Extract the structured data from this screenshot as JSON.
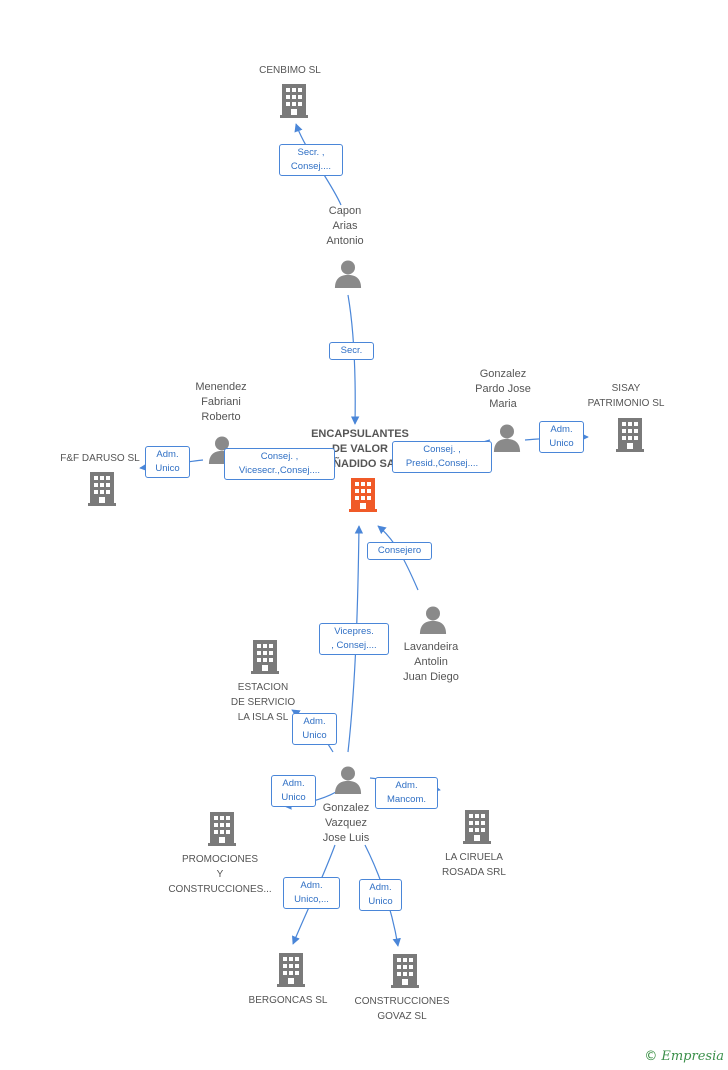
{
  "colors": {
    "edge": "#4a86d8",
    "person": "#8a8a8a",
    "company": "#7a7a7a",
    "center": "#f05a28",
    "text": "#555555"
  },
  "center": {
    "lines": [
      "ENCAPSULANTES",
      "DE VALOR",
      "AÑADIDO SA"
    ]
  },
  "companies": {
    "cenbimo": {
      "lines": [
        "CENBIMO SL"
      ]
    },
    "sisay": {
      "lines": [
        "SISAY",
        "PATRIMONIO SL"
      ]
    },
    "ffdaruso": {
      "lines": [
        "F&F DARUSO SL"
      ]
    },
    "estacion": {
      "lines": [
        "ESTACION",
        "DE SERVICIO",
        "LA ISLA SL"
      ]
    },
    "promociones": {
      "lines": [
        "PROMOCIONES",
        "Y",
        "CONSTRUCCIONES..."
      ]
    },
    "ciruela": {
      "lines": [
        "LA CIRUELA",
        "ROSADA SRL"
      ]
    },
    "bergoncas": {
      "lines": [
        "BERGONCAS SL"
      ]
    },
    "govaz": {
      "lines": [
        "CONSTRUCCIONES",
        "GOVAZ SL"
      ]
    }
  },
  "persons": {
    "capon": {
      "lines": [
        "Capon",
        "Arias",
        "Antonio"
      ]
    },
    "menendez": {
      "lines": [
        "Menendez",
        "Fabriani",
        "Roberto"
      ]
    },
    "gonzalez_pardo": {
      "lines": [
        "Gonzalez",
        "Pardo Jose",
        "Maria"
      ]
    },
    "lavandeira": {
      "lines": [
        "Lavandeira",
        "Antolin",
        "Juan Diego"
      ]
    },
    "gonzalez_vazquez": {
      "lines": [
        "Gonzalez",
        "Vazquez",
        "Jose Luis"
      ]
    }
  },
  "relations": {
    "capon_cenbimo": [
      "Secr. ,",
      "Consej...."
    ],
    "capon_center": [
      "Secr."
    ],
    "menendez_ffdaruso": [
      "Adm.",
      "Unico"
    ],
    "menendez_center": [
      "Consej. ,",
      "Vicesecr.,Consej...."
    ],
    "pardo_center": [
      "Consej. ,",
      "Presid.,Consej...."
    ],
    "pardo_sisay": [
      "Adm.",
      "Unico"
    ],
    "lavandeira_center": [
      "Consejero"
    ],
    "vazquez_center": [
      "Vicepres.",
      ", Consej...."
    ],
    "vazquez_estacion": [
      "Adm.",
      "Unico"
    ],
    "vazquez_promociones": [
      "Adm.",
      "Unico"
    ],
    "vazquez_ciruela": [
      "Adm.",
      "Mancom."
    ],
    "vazquez_bergoncas": [
      "Adm.",
      "Unico,..."
    ],
    "vazquez_govaz": [
      "Adm.",
      "Unico"
    ]
  },
  "brand": {
    "copyright": "©",
    "name": "Empresia"
  }
}
